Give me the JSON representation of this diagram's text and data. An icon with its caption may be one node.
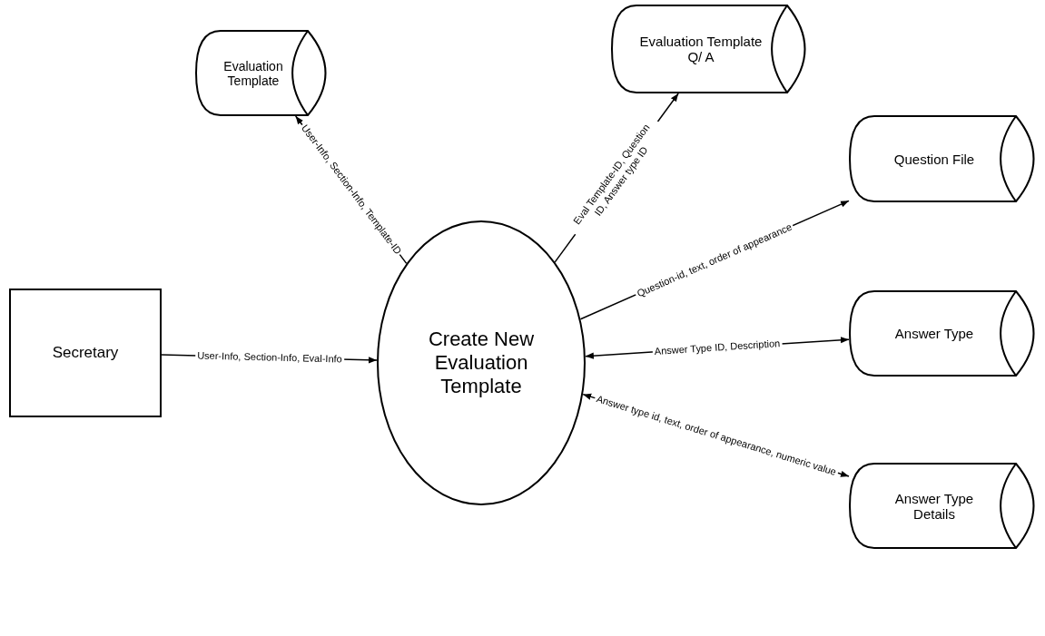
{
  "diagram": {
    "nodes": [
      {
        "text": [
          "Secretary"
        ]
      },
      {
        "text": [
          "Create New Evaluation Template"
        ]
      },
      {
        "text": [
          "Evaluation Template"
        ]
      },
      {
        "text": [
          "Evaluation Template Q/ A"
        ]
      },
      {
        "text": [
          "Question File"
        ]
      },
      {
        "text": [
          "Answer Type"
        ]
      },
      {
        "text": [
          "Answer Type Details"
        ]
      }
    ],
    "edges": [
      {
        "from": 0,
        "to": 1,
        "arrow": "to",
        "label": "User-Info, Section-Info, Eval-Info"
      },
      {
        "from": 1,
        "to": 2,
        "arrow": "to",
        "label": "User-Info, Section-Info, Template-ID"
      },
      {
        "from": 1,
        "to": 3,
        "arrow": "to",
        "label": "Eval Template-ID, Question ID, Answer type ID"
      },
      {
        "from": 1,
        "to": 4,
        "arrow": "to",
        "label": "Question-id, text, order of appearance"
      },
      {
        "from": 5,
        "to": 1,
        "arrow": "both",
        "label": "Answer Type ID, Description"
      },
      {
        "from": 6,
        "to": 1,
        "arrow": "both",
        "label": "Answer type id, text, order of appearance, numeric value"
      }
    ]
  }
}
